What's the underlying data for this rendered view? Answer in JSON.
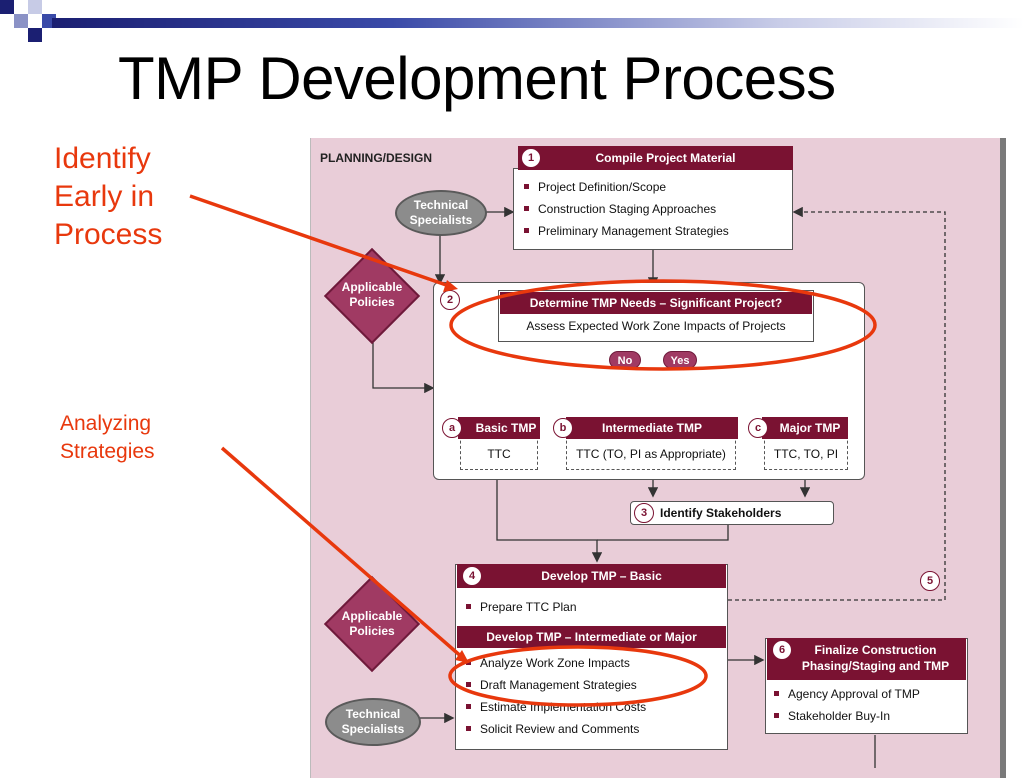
{
  "title": "TMP Development Process",
  "annotations": {
    "note1": [
      "Identify",
      "Early in",
      "Process"
    ],
    "note2": [
      "Analyzing",
      "Strategies"
    ]
  },
  "diagram": {
    "section_label": "PLANNING/DESIGN",
    "step1": {
      "number": "1",
      "title": "Compile Project Material",
      "items": [
        "Project Definition/Scope",
        "Construction Staging Approaches",
        "Preliminary Management Strategies"
      ]
    },
    "technical_specialists_top": [
      "Technical",
      "Specialists"
    ],
    "applicable_policies_top": [
      "Applicable",
      "Policies"
    ],
    "step2": {
      "number": "2",
      "title": "Determine TMP Needs – Significant Project?",
      "subtitle": "Assess Expected Work Zone Impacts of Projects",
      "no": "No",
      "yes": "Yes"
    },
    "option_a": {
      "letter": "a",
      "title": "Basic TMP",
      "content": "TTC"
    },
    "option_b": {
      "letter": "b",
      "title": "Intermediate TMP",
      "content": "TTC (TO, PI as Appropriate)"
    },
    "option_c": {
      "letter": "c",
      "title": "Major TMP",
      "content": "TTC, TO, PI"
    },
    "step3": {
      "number": "3",
      "title": "Identify Stakeholders"
    },
    "step4": {
      "number": "4",
      "title": "Develop TMP – Basic",
      "items": [
        "Prepare TTC Plan"
      ],
      "title2": "Develop TMP – Intermediate or Major",
      "items2": [
        "Analyze Work Zone Impacts",
        "Draft Management Strategies",
        "Estimate Implementation Costs",
        "Solicit Review and Comments"
      ]
    },
    "step5": {
      "number": "5"
    },
    "step6": {
      "number": "6",
      "title": [
        "Finalize Construction",
        "Phasing/Staging and TMP"
      ],
      "items": [
        "Agency Approval of TMP",
        "Stakeholder Buy-In"
      ]
    },
    "applicable_policies_bottom": [
      "Applicable",
      "Policies"
    ],
    "technical_specialists_bottom": [
      "Technical",
      "Specialists"
    ]
  },
  "colors": {
    "accent": "#7a1232",
    "annotation": "#e8380d",
    "panel": "#e9cdd8"
  }
}
